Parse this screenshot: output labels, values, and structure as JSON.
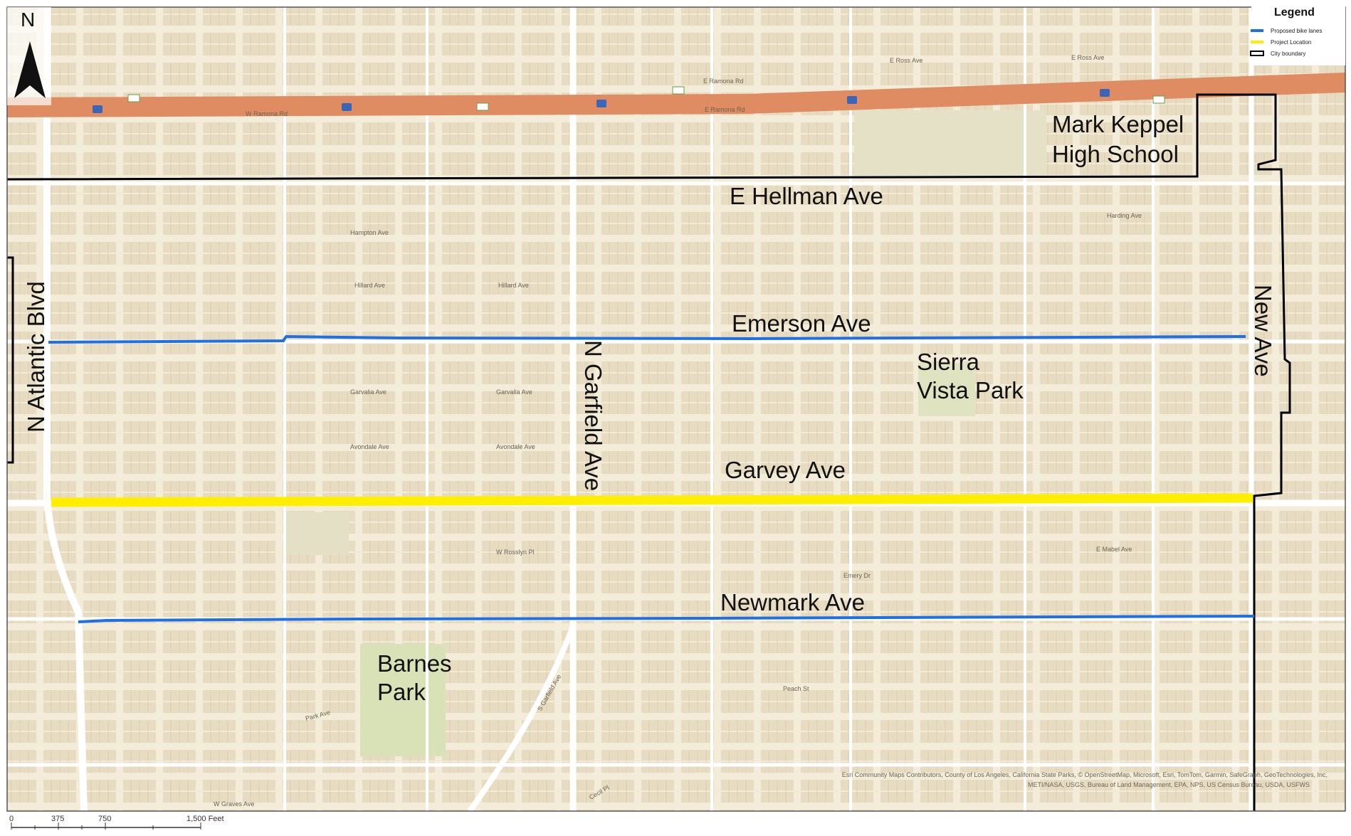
{
  "north_arrow": {
    "letter": "N"
  },
  "legend": {
    "title": "Legend",
    "items": [
      {
        "label": "Proposed bike lanes",
        "color": "#1f6fe5",
        "kind": "line"
      },
      {
        "label": "Project Location",
        "color": "#ffee00",
        "kind": "line"
      },
      {
        "label": "City boundary",
        "color": "#000000",
        "kind": "box"
      }
    ]
  },
  "routes": {
    "emerson": {
      "color": "#1f6fe5"
    },
    "newmark": {
      "color": "#1f6fe5"
    },
    "garvey": {
      "color": "#ffee00"
    },
    "freeway": {
      "color": "#e08c63"
    },
    "boundary": {
      "color": "#000000"
    }
  },
  "labels": {
    "school": [
      "Mark Keppel",
      "High School"
    ],
    "hellman": "E Hellman Ave",
    "emerson": "Emerson Ave",
    "sierra_vista": [
      "Sierra",
      "Vista Park"
    ],
    "garvey": "Garvey Ave",
    "newmark": "Newmark Ave",
    "barnes": [
      "Barnes",
      "Park"
    ],
    "atlantic": "N Atlantic Blvd",
    "garfield": "N Garfield Ave",
    "new_ave": "New Ave"
  },
  "street_labels": {
    "ramona_rd_e": "E Ramona Rd",
    "ramona_rd_w": "W Ramona Rd",
    "ramona_rd_e2": "E Ramona Rd",
    "ross_ave": "E Ross Ave",
    "ross_ave2": "E Ross Ave",
    "hampton_ave": "Hampton Ave",
    "hillard_ave": "Hillard Ave",
    "hillard_ave2": "Hillard Ave",
    "garvalia_ave": "Garvalia Ave",
    "garvalia_ave2": "Garvalia Ave",
    "avondale_ave": "Avondale Ave",
    "avondale_ave2": "Avondale Ave",
    "harding_ave": "Harding Ave",
    "mabel_ave": "E Mabel Ave",
    "rosslyn_pl": "W Rosslyn Pl",
    "emery_dr": "Emery Dr",
    "peach_st": "Peach St",
    "park_ave": "Park Ave",
    "graves_ave": "W Graves Ave",
    "cecil_pl": "Cecil Pl",
    "garfield_s": "S Garfield Ave"
  },
  "attribution": [
    "Esri Community Maps Contributors, County of Los Angeles, California State Parks, © OpenStreetMap, Microsoft, Esri, TomTom, Garmin, SafeGraph, GeoTechnologies, Inc,",
    "METI/NASA, USGS, Bureau of Land Management, EPA, NPS, US Census Bureau, USDA, USFWS"
  ],
  "scale_bar": {
    "ticks": [
      "0",
      "375",
      "750",
      "1,500 Feet"
    ]
  }
}
